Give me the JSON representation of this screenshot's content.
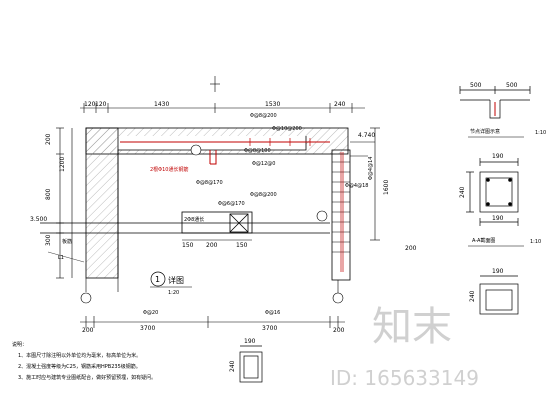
{
  "top_dims": [
    "120",
    "120",
    "1430",
    "1530",
    "240"
  ],
  "right_dim_1600": "1600",
  "right_dim_200": "200",
  "right_level_4740": "4.740",
  "left_dims": [
    "200",
    "1200",
    "800",
    "300"
  ],
  "left_level_3500": "3.500",
  "left_tag_l1": "L1",
  "left_tag_pl": "板筋",
  "detail_label": "详图",
  "detail_number": "1",
  "detail_scale": "1:20",
  "bottom_dims": [
    "200",
    "3700",
    "3700",
    "200"
  ],
  "bottom_tags": [
    "Φ@20",
    "Φ@16"
  ],
  "mid_dims": [
    "150",
    "200",
    "150"
  ],
  "rebar_labels": [
    "Φ@8@200",
    "Φ@10@200",
    "Φ@8@100",
    "Φ@12@0",
    "Φ@8@170",
    "Φ@6@170",
    "Φ@8@200",
    "Φ@4@18",
    "Φ@4@14"
  ],
  "label_small_box": "2根Φ10通长钢筋",
  "label_bottom_box": "2Φ8通长",
  "joint_dims": [
    "500",
    "500"
  ],
  "joint_title": "节点详图示意",
  "joint_scale": "1:10",
  "section_dims": [
    "190",
    "240",
    "190",
    "240"
  ],
  "section_title": "A-A截面图",
  "section_scale": "1:10",
  "notes_title": "说明：",
  "notes": [
    "1、本图尺寸除注明以外单位均为毫米，标高单位为米。",
    "2、混凝土强度等级为C25，钢筋采用HPB235级钢筋。",
    "3、施工时应与建筑专业图纸配合，做好预留预埋，如有疑问。"
  ],
  "small_section_dims": [
    "190",
    "240"
  ],
  "watermark_main": "知末",
  "watermark_id": "ID: 165633149"
}
